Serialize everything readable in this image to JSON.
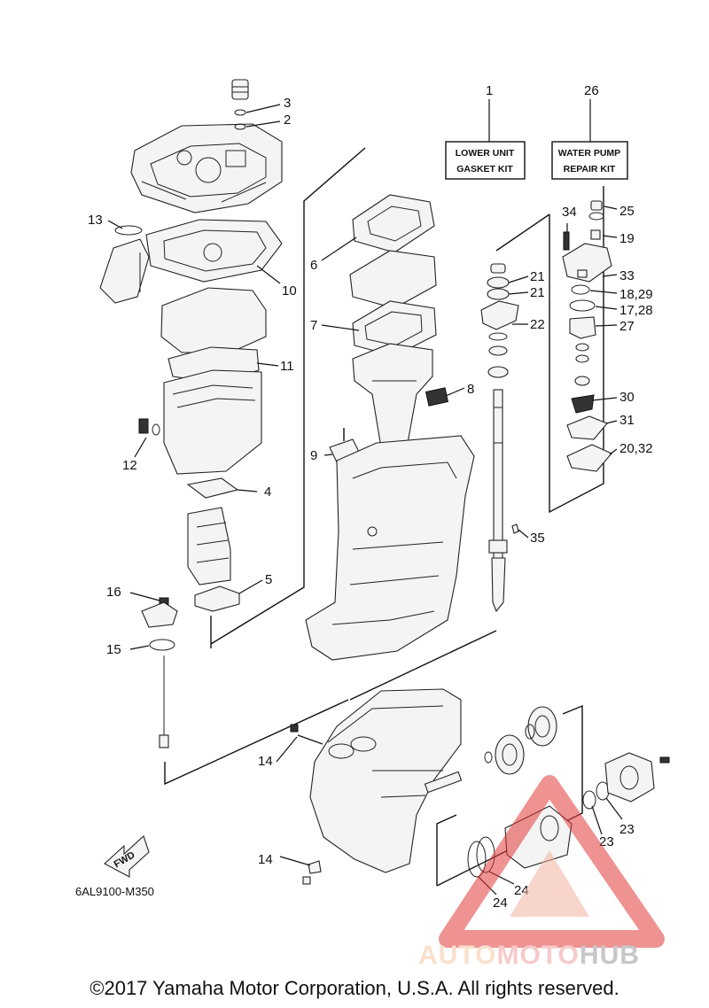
{
  "kits": {
    "lower_unit": {
      "number": "1",
      "line1": "LOWER UNIT",
      "line2": "GASKET KIT"
    },
    "water_pump": {
      "number": "26",
      "line1": "WATER PUMP",
      "line2": "REPAIR KIT"
    }
  },
  "callouts": {
    "c2": "2",
    "c3": "3",
    "c4": "4",
    "c5": "5",
    "c6": "6",
    "c7": "7",
    "c8": "8",
    "c9": "9",
    "c10": "10",
    "c11": "11",
    "c12": "12",
    "c13": "13",
    "c14a": "14",
    "c14b": "14",
    "c15": "15",
    "c16": "16",
    "c17_28": "17,28",
    "c18_29": "18,29",
    "c19": "19",
    "c20_32": "20,32",
    "c21a": "21",
    "c21b": "21",
    "c22": "22",
    "c23a": "23",
    "c23b": "23",
    "c24a": "24",
    "c24b": "24",
    "c25": "25",
    "c27": "27",
    "c30": "30",
    "c31": "31",
    "c33": "33",
    "c34": "34",
    "c35": "35"
  },
  "fwd_label": "FWD",
  "diagram_code": "6AL9100-M350",
  "watermark": {
    "part1": "AUTO",
    "part2": "MOTO",
    "part3": "HUB"
  },
  "copyright": "©2017 Yamaha Motor Corporation, U.S.A. All rights reserved.",
  "colors": {
    "watermark_red": "#e23a3a",
    "watermark_orange": "#f4a460",
    "watermark_gray": "#8a8a8a"
  }
}
